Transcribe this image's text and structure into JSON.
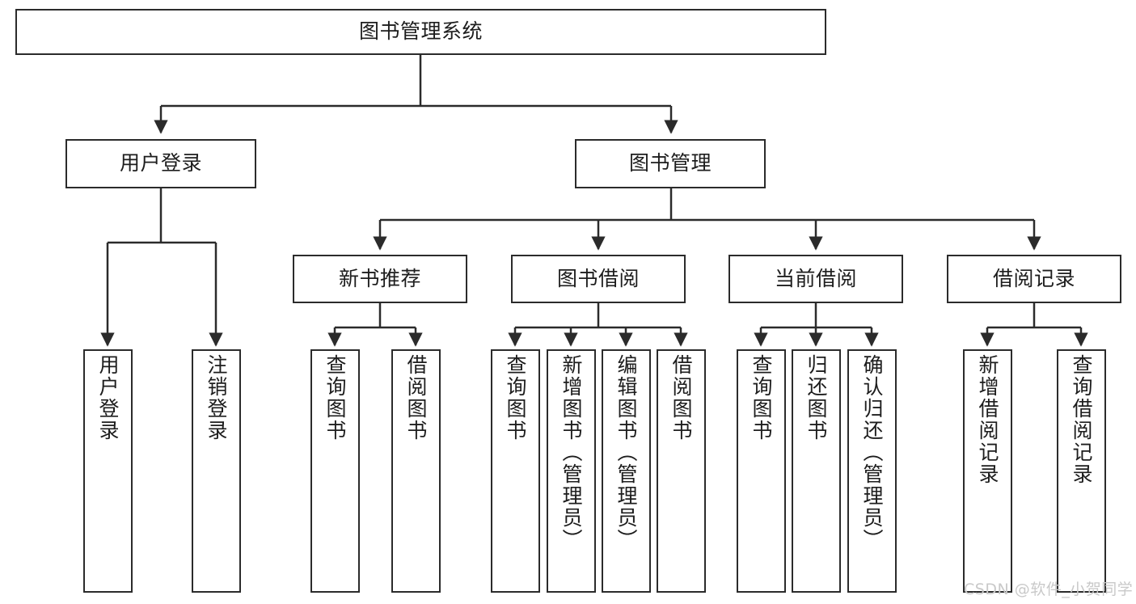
{
  "diagram": {
    "type": "tree-hierarchy-chart",
    "title": "图书管理系统",
    "colors": {
      "box_border": "#2b2b2b",
      "box_fill": "#ffffff",
      "connector": "#2b2b2b",
      "text": "#1d1d1d",
      "watermark": "#c9c9c9",
      "background": "#ffffff"
    },
    "levels": {
      "level1": [
        "图书管理系统"
      ],
      "level2": [
        "用户登录",
        "图书管理"
      ],
      "level3": [
        "新书推荐",
        "图书借阅",
        "当前借阅",
        "借阅记录"
      ],
      "level4": [
        "用户登录",
        "注销登录",
        "查询图书",
        "借阅图书",
        "查询图书",
        "新增图书（管理员）",
        "编辑图书（管理员）",
        "借阅图书",
        "查询图书",
        "归还图书",
        "确认归还（管理员）",
        "新增借阅记录",
        "查询借阅记录"
      ]
    }
  },
  "root": {
    "label": "图书管理系统"
  },
  "branches": [
    {
      "label": "用户登录",
      "children": [],
      "leaves": [
        {
          "label": "用户登录"
        },
        {
          "label": "注销登录"
        }
      ]
    },
    {
      "label": "图书管理",
      "children": [
        {
          "label": "新书推荐",
          "leaves": [
            {
              "label": "查询图书"
            },
            {
              "label": "借阅图书"
            }
          ]
        },
        {
          "label": "图书借阅",
          "leaves": [
            {
              "label": "查询图书"
            },
            {
              "label": "新增图书（管理员）"
            },
            {
              "label": "编辑图书（管理员）"
            },
            {
              "label": "借阅图书"
            }
          ]
        },
        {
          "label": "当前借阅",
          "leaves": [
            {
              "label": "查询图书"
            },
            {
              "label": "归还图书"
            },
            {
              "label": "确认归还（管理员）"
            }
          ]
        },
        {
          "label": "借阅记录",
          "leaves": [
            {
              "label": "新增借阅记录"
            },
            {
              "label": "查询借阅记录"
            }
          ]
        }
      ]
    }
  ],
  "watermark": {
    "text": "CSDN @软件_小贺同学"
  }
}
